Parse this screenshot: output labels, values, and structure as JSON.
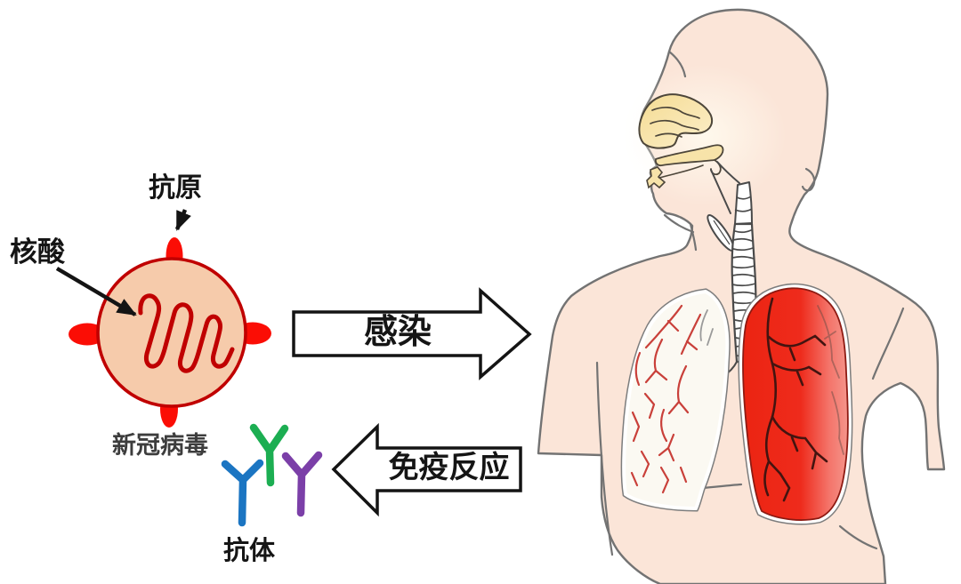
{
  "diagram": {
    "virus": {
      "antigen_label": "抗原",
      "nucleic_acid_label": "核酸",
      "virus_name_label": "新冠病毒",
      "antibody_label": "抗体"
    },
    "arrows": {
      "infection_label": "感染",
      "immune_response_label": "免疫反应"
    },
    "colors": {
      "virus_body": "#F6CBAB",
      "virus_outline": "#C00000",
      "virus_spike": "#FB0D05",
      "antibody_blue": "#1B75C2",
      "antibody_green": "#1CAE52",
      "antibody_purple": "#7B3FA8",
      "skin": "#FBE5D8",
      "body_outline": "#737373",
      "nasal_cavity": "#F7E2A6",
      "healthy_lung": "#FBF9F2",
      "healthy_lung_vessel": "#C9403A",
      "infected_lung": "#EE2B1C",
      "infected_lung_vessel": "#431410",
      "block_arrow_fill": "#FFFFFF",
      "block_arrow_outline": "#141414"
    }
  }
}
